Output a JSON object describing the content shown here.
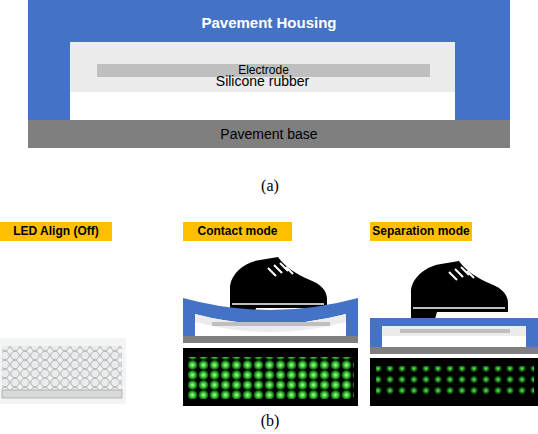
{
  "diagram": {
    "nodes": [
      {
        "text": [
          "Pavement Housing"
        ]
      },
      {
        "text": [
          "Silicone rubber"
        ],
        "in": 0
      },
      {
        "text": [
          "Electrode"
        ],
        "in": 1
      },
      {
        "text": [
          "Pavement base"
        ]
      },
      {
        "text": [
          "LED Align (Off)"
        ]
      },
      {
        "text": [
          "Contact mode"
        ]
      },
      {
        "text": [
          "Separation mode"
        ]
      }
    ],
    "labels": [
      "(a)",
      "(b)"
    ]
  }
}
